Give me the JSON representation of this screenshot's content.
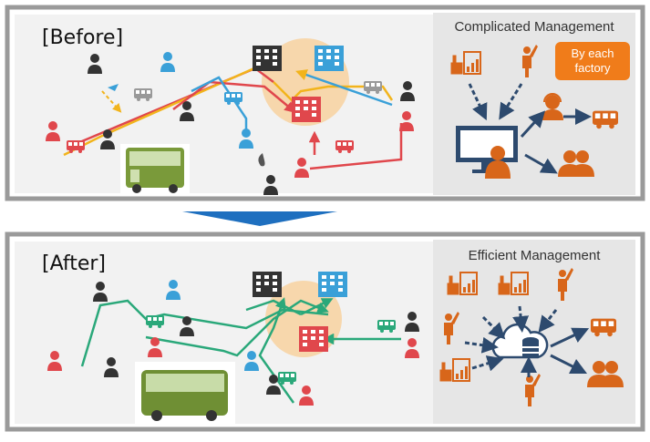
{
  "before": {
    "label": "[Before]",
    "panel_title": "Complicated Management",
    "badge_line1": "By each",
    "badge_line2": "factory"
  },
  "after": {
    "label": "[After]",
    "panel_title": "Efficient Management"
  },
  "colors": {
    "frame": "#9a9a9a",
    "panel_bg": "#e6e6e6",
    "orange": "#d8661a",
    "navy": "#2d4a6e",
    "red": "#e0474c",
    "blue": "#3aa0d8",
    "dark": "#333333",
    "green": "#2aa87a",
    "yellow": "#f2b41c",
    "arrow_blue": "#1e6fbf",
    "glow": "#f8cf9a"
  }
}
